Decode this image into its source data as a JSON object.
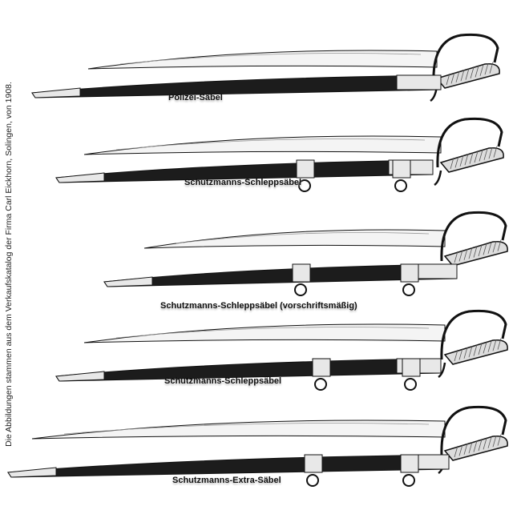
{
  "side_note": "Die Abbildungen stammen aus dem Verkaufskatalog der Firma Carl Eickhorn, Solingen, von 1908.",
  "sabers": [
    {
      "name": "Polizei-Säbel"
    },
    {
      "name": "Schutzmanns-Schleppsäbel"
    },
    {
      "name": "Schutzmanns-Schleppsäbel (vorschriftsmäßig)"
    },
    {
      "name": "Schutzmanns-Schleppsäbel"
    },
    {
      "name": "Schutzmanns-Extra-Säbel"
    }
  ],
  "colors": {
    "ink": "#111111",
    "scabbard": "#1c1c1c",
    "metal": "#e8e8e8"
  }
}
